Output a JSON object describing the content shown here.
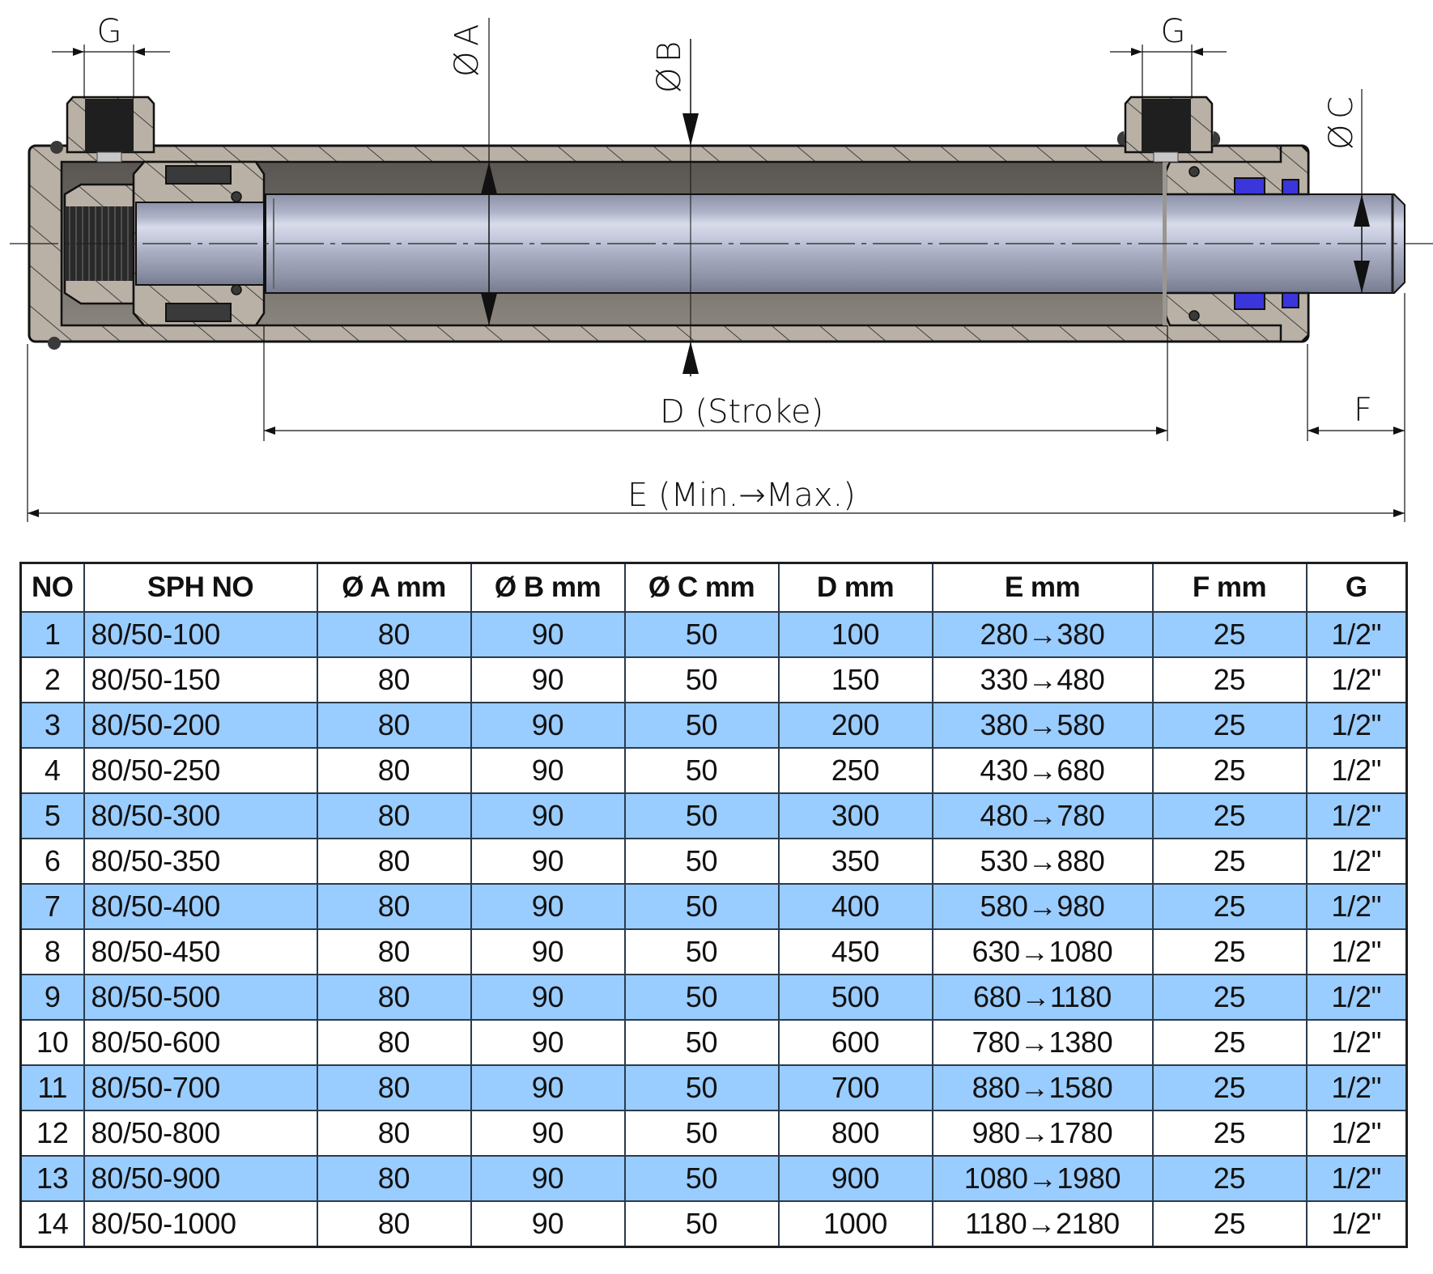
{
  "drawing": {
    "title": "Double-acting hydraulic cylinder section",
    "labels": {
      "port_left": "G",
      "port_right": "G",
      "bore": "A",
      "outer": "B",
      "rod": "C",
      "diameter_symbol": "Ø",
      "stroke": "D  (Stroke)",
      "length": "E (Min.→Max.)",
      "rod_protrusion": "F"
    },
    "colors": {
      "section_fill": "#b9b1a6",
      "bore_shadow": "#6e6a66",
      "rod_light": "#c9cee0",
      "rod_dark": "#7d8298",
      "seal_blue": "#3030d8",
      "seal_dark": "#3a3a3a"
    }
  },
  "table": {
    "colors": {
      "alt_row": "#99ccff",
      "plain_row": "#ffffff",
      "border": "#2b3a4a"
    },
    "headers": [
      "NO",
      "SPH NO",
      "Ø A mm",
      "Ø B mm",
      "Ø C mm",
      "D mm",
      "E mm",
      "F mm",
      "G"
    ],
    "rows": [
      [
        "1",
        "80/50-100",
        "80",
        "90",
        "50",
        "100",
        "280→380",
        "25",
        "1/2\""
      ],
      [
        "2",
        "80/50-150",
        "80",
        "90",
        "50",
        "150",
        "330→480",
        "25",
        "1/2\""
      ],
      [
        "3",
        "80/50-200",
        "80",
        "90",
        "50",
        "200",
        "380→580",
        "25",
        "1/2\""
      ],
      [
        "4",
        "80/50-250",
        "80",
        "90",
        "50",
        "250",
        "430→680",
        "25",
        "1/2\""
      ],
      [
        "5",
        "80/50-300",
        "80",
        "90",
        "50",
        "300",
        "480→780",
        "25",
        "1/2\""
      ],
      [
        "6",
        "80/50-350",
        "80",
        "90",
        "50",
        "350",
        "530→880",
        "25",
        "1/2\""
      ],
      [
        "7",
        "80/50-400",
        "80",
        "90",
        "50",
        "400",
        "580→980",
        "25",
        "1/2\""
      ],
      [
        "8",
        "80/50-450",
        "80",
        "90",
        "50",
        "450",
        "630→1080",
        "25",
        "1/2\""
      ],
      [
        "9",
        "80/50-500",
        "80",
        "90",
        "50",
        "500",
        "680→1180",
        "25",
        "1/2\""
      ],
      [
        "10",
        "80/50-600",
        "80",
        "90",
        "50",
        "600",
        "780→1380",
        "25",
        "1/2\""
      ],
      [
        "11",
        "80/50-700",
        "80",
        "90",
        "50",
        "700",
        "880→1580",
        "25",
        "1/2\""
      ],
      [
        "12",
        "80/50-800",
        "80",
        "90",
        "50",
        "800",
        "980→1780",
        "25",
        "1/2\""
      ],
      [
        "13",
        "80/50-900",
        "80",
        "90",
        "50",
        "900",
        "1080→1980",
        "25",
        "1/2\""
      ],
      [
        "14",
        "80/50-1000",
        "80",
        "90",
        "50",
        "1000",
        "1180→2180",
        "25",
        "1/2\""
      ]
    ]
  }
}
